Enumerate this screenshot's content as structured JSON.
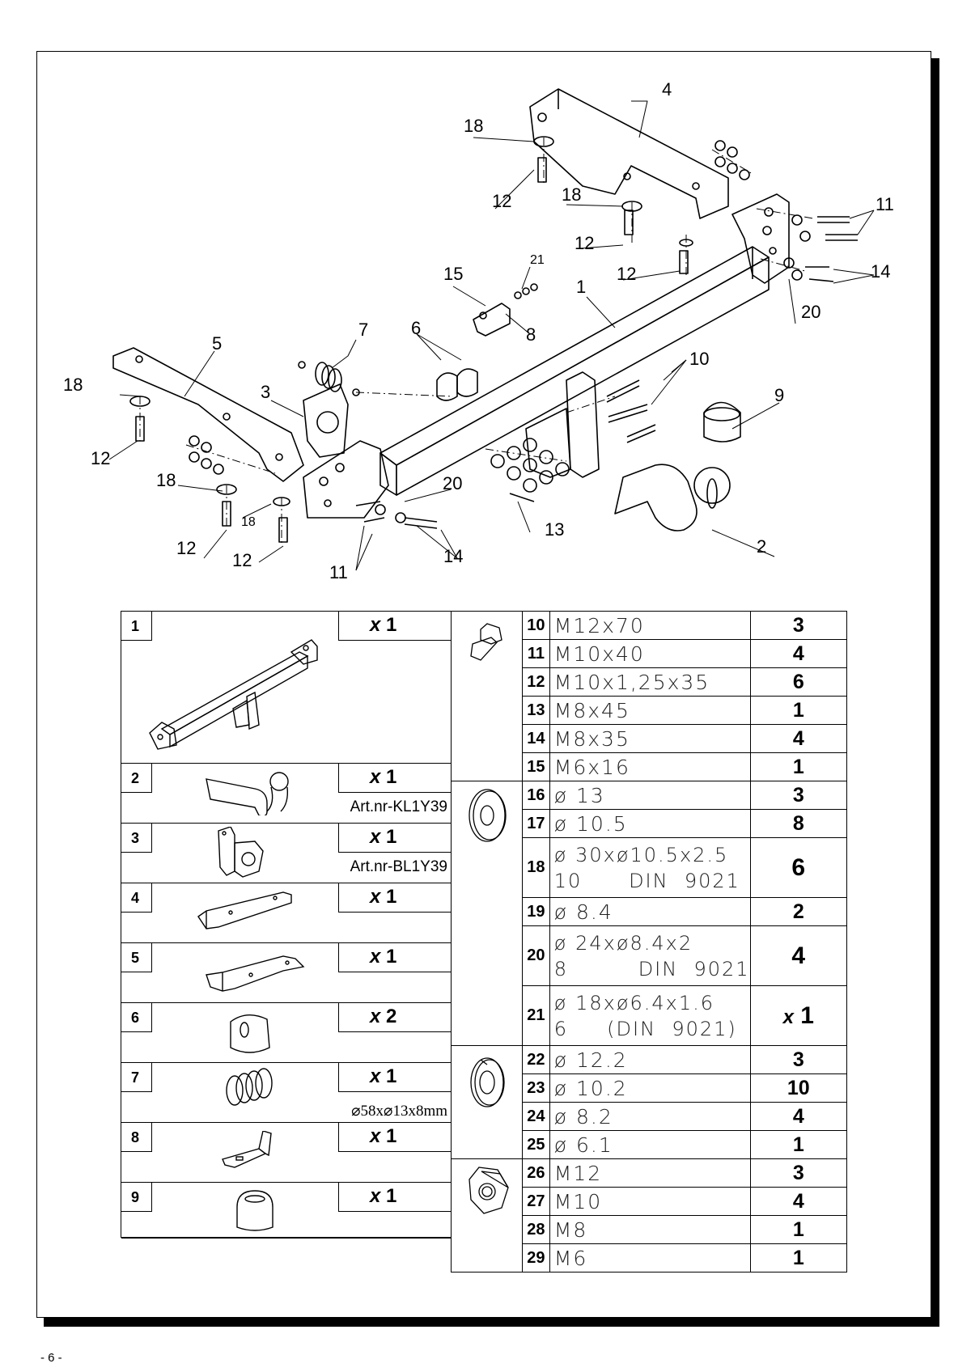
{
  "callouts": [
    {
      "id": "4",
      "label": "4"
    },
    {
      "id": "18a",
      "label": "18"
    },
    {
      "id": "12a",
      "label": "12"
    },
    {
      "id": "18b",
      "label": "18"
    },
    {
      "id": "12b",
      "label": "12"
    },
    {
      "id": "11a",
      "label": "11"
    },
    {
      "id": "14a",
      "label": "14"
    },
    {
      "id": "20a",
      "label": "20"
    },
    {
      "id": "21",
      "label": "21"
    },
    {
      "id": "15",
      "label": "15"
    },
    {
      "id": "12c",
      "label": "12"
    },
    {
      "id": "1",
      "label": "1"
    },
    {
      "id": "8",
      "label": "8"
    },
    {
      "id": "7",
      "label": "7"
    },
    {
      "id": "6",
      "label": "6"
    },
    {
      "id": "5",
      "label": "5"
    },
    {
      "id": "18c",
      "label": "18"
    },
    {
      "id": "3",
      "label": "3"
    },
    {
      "id": "10",
      "label": "10"
    },
    {
      "id": "9",
      "label": "9"
    },
    {
      "id": "12d",
      "label": "12"
    },
    {
      "id": "18d",
      "label": "18"
    },
    {
      "id": "20b",
      "label": "20"
    },
    {
      "id": "18e",
      "label": "18"
    },
    {
      "id": "13",
      "label": "13"
    },
    {
      "id": "12e",
      "label": "12"
    },
    {
      "id": "12f",
      "label": "12"
    },
    {
      "id": "14b",
      "label": "14"
    },
    {
      "id": "11b",
      "label": "11"
    },
    {
      "id": "2",
      "label": "2"
    }
  ],
  "parts": [
    {
      "num": "1",
      "qty_prefix": "x",
      "qty": "1",
      "note": ""
    },
    {
      "num": "2",
      "qty_prefix": "x",
      "qty": "1",
      "note": "Art.nr-KL1Y39"
    },
    {
      "num": "3",
      "qty_prefix": "x",
      "qty": "1",
      "note": "Art.nr-BL1Y39"
    },
    {
      "num": "4",
      "qty_prefix": "x",
      "qty": "1",
      "note": ""
    },
    {
      "num": "5",
      "qty_prefix": "x",
      "qty": "1",
      "note": ""
    },
    {
      "num": "6",
      "qty_prefix": "x",
      "qty": "2",
      "note": ""
    },
    {
      "num": "7",
      "qty_prefix": "x",
      "qty": "1",
      "note": "⌀58x⌀13x8mm"
    },
    {
      "num": "8",
      "qty_prefix": "x",
      "qty": "1",
      "note": ""
    },
    {
      "num": "9",
      "qty_prefix": "x",
      "qty": "1",
      "note": ""
    }
  ],
  "hardware": {
    "icons": [
      "bolt-icon",
      "flat-washer-icon",
      "spring-washer-icon",
      "hex-nut-icon"
    ],
    "rows": [
      {
        "num": "10",
        "spec": "M12x70",
        "qty": "3"
      },
      {
        "num": "11",
        "spec": "M10x40",
        "qty": "4"
      },
      {
        "num": "12",
        "spec": "M10x1,25x35",
        "qty": "6"
      },
      {
        "num": "13",
        "spec": "M8x45",
        "qty": "1"
      },
      {
        "num": "14",
        "spec": "M8x35",
        "qty": "4"
      },
      {
        "num": "15",
        "spec": "M6x16",
        "qty": "1"
      },
      {
        "num": "16",
        "spec": "ø 13",
        "qty": "3"
      },
      {
        "num": "17",
        "spec": "ø 10.5",
        "qty": "8"
      },
      {
        "num": "18",
        "spec": "ø 30xø10.5x2.5",
        "spec2": "10      DIN  9021",
        "qty": "6"
      },
      {
        "num": "19",
        "spec": "ø 8.4",
        "qty": "2"
      },
      {
        "num": "20",
        "spec": "ø 24xø8.4x2",
        "spec2": "8         DIN  9021",
        "qty": "4"
      },
      {
        "num": "21",
        "spec": "ø 18xø6.4x1.6",
        "spec2": "6     (DIN  9021)",
        "qty": "1",
        "qty_prefix": "x"
      },
      {
        "num": "22",
        "spec": "ø 12.2",
        "qty": "3"
      },
      {
        "num": "23",
        "spec": "ø 10.2",
        "qty": "10"
      },
      {
        "num": "24",
        "spec": "ø 8.2",
        "qty": "4"
      },
      {
        "num": "25",
        "spec": "ø 6.1",
        "qty": "1"
      },
      {
        "num": "26",
        "spec": "M12",
        "qty": "3"
      },
      {
        "num": "27",
        "spec": "M10",
        "qty": "4"
      },
      {
        "num": "28",
        "spec": "M8",
        "qty": "1"
      },
      {
        "num": "29",
        "spec": "M6",
        "qty": "1"
      }
    ]
  },
  "page_number": "- 6 -"
}
